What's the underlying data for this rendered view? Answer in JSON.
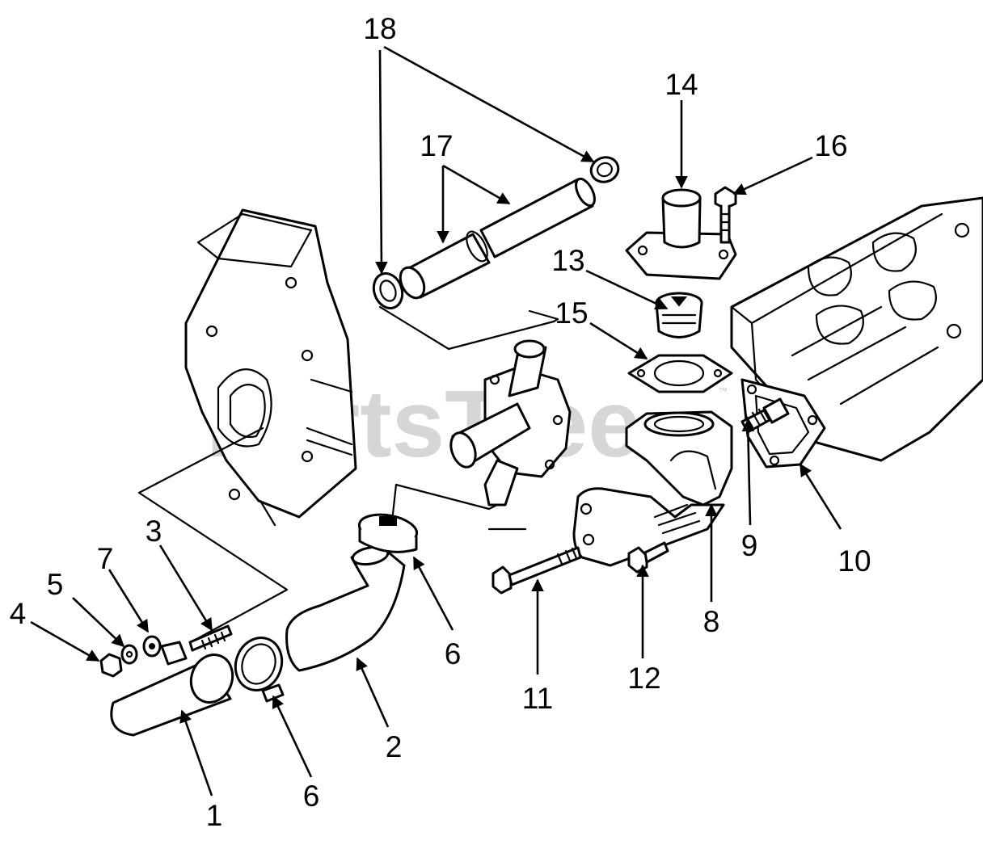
{
  "watermark": {
    "text": "PartsTree",
    "trademark": "™"
  },
  "callouts": [
    {
      "id": "c1",
      "label": "1"
    },
    {
      "id": "c2",
      "label": "2"
    },
    {
      "id": "c3",
      "label": "3"
    },
    {
      "id": "c4",
      "label": "4"
    },
    {
      "id": "c5",
      "label": "5"
    },
    {
      "id": "c6a",
      "label": "6"
    },
    {
      "id": "c6b",
      "label": "6"
    },
    {
      "id": "c7",
      "label": "7"
    },
    {
      "id": "c8",
      "label": "8"
    },
    {
      "id": "c9",
      "label": "9"
    },
    {
      "id": "c10",
      "label": "10"
    },
    {
      "id": "c11",
      "label": "11"
    },
    {
      "id": "c12",
      "label": "12"
    },
    {
      "id": "c13",
      "label": "13"
    },
    {
      "id": "c14",
      "label": "14"
    },
    {
      "id": "c15",
      "label": "15"
    },
    {
      "id": "c16",
      "label": "16"
    },
    {
      "id": "c17",
      "label": "17"
    },
    {
      "id": "c18",
      "label": "18"
    }
  ]
}
